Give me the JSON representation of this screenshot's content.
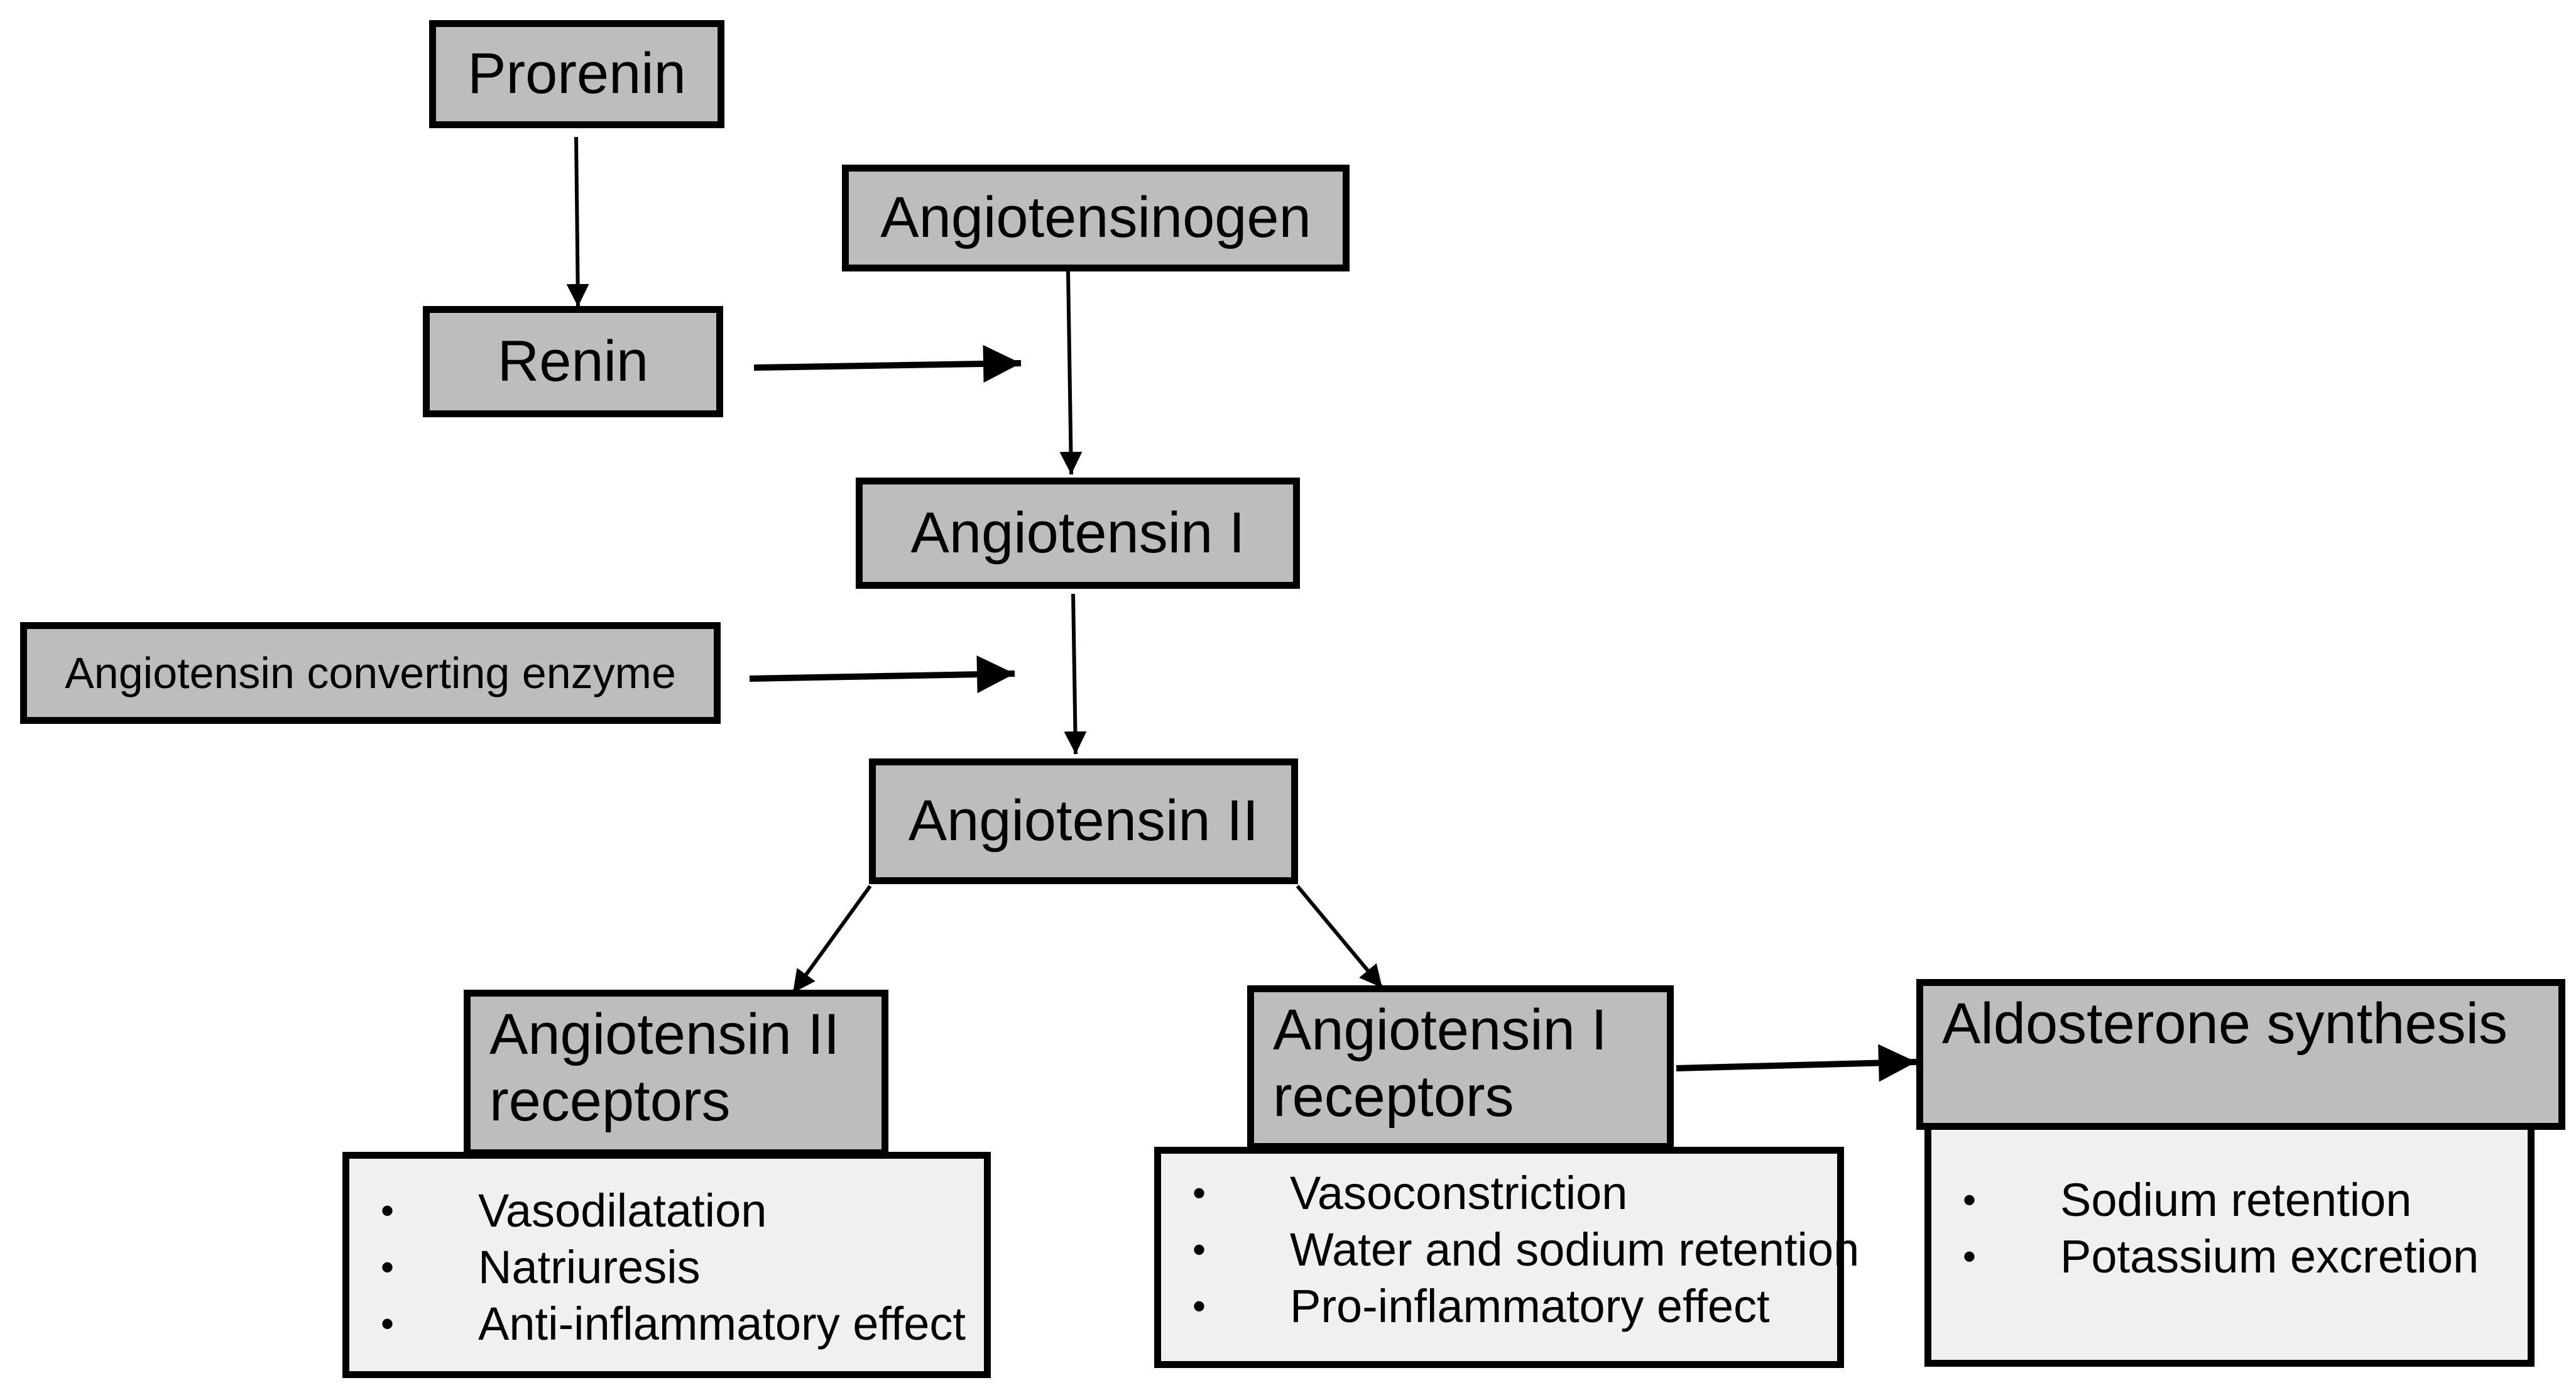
{
  "nodes": {
    "prorenin": "Prorenin",
    "angiotensinogen": "Angiotensinogen",
    "renin": "Renin",
    "angiotensin_1": "Angiotensin I",
    "ace": "Angiotensin converting enzyme",
    "angiotensin_2": "Angiotensin II",
    "at2_receptors": "Angiotensin II\nreceptors",
    "at1_receptors": "Angiotensin I\nreceptors",
    "aldosterone": "Aldosterone synthesis"
  },
  "effects": {
    "at2": [
      "Vasodilatation",
      "Natriuresis",
      "Anti-inflammatory effect"
    ],
    "at1": [
      "Vasoconstriction",
      "Water and sodium retention",
      "Pro-inflammatory effect"
    ],
    "aldosterone": [
      "Sodium retention",
      "Potassium excretion"
    ]
  },
  "bullet": "•"
}
